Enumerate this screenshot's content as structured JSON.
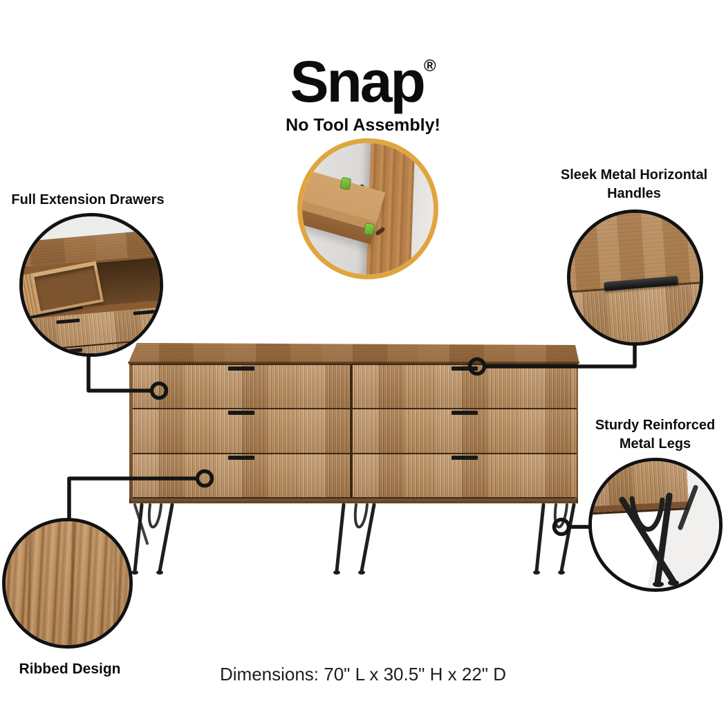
{
  "header": {
    "brand": "Snap",
    "registered": "®",
    "tagline": "No Tool Assembly!"
  },
  "callouts": {
    "drawers": {
      "label": "Full Extension Drawers"
    },
    "handles": {
      "label": "Sleek Metal Horizontal Handles"
    },
    "legs": {
      "label": "Sturdy Reinforced Metal Legs"
    },
    "ribbed": {
      "label": "Ribbed Design"
    }
  },
  "footer": {
    "dimensions": "Dimensions: 70\" L x 30.5\" H x 22\" D"
  },
  "insets": {
    "assembly": "snap-connector-closeup",
    "drawers": "open-drawer-closeup",
    "handles": "metal-handle-closeup",
    "legs": "hairpin-leg-closeup",
    "ribbed": "ribbed-texture-closeup"
  },
  "colors": {
    "accent_gold": "#DFA63E",
    "callout_line": "#141414",
    "wood_light": "#C79C6C",
    "wood_mid": "#A97C4E",
    "wood_dark": "#8A5F38"
  }
}
